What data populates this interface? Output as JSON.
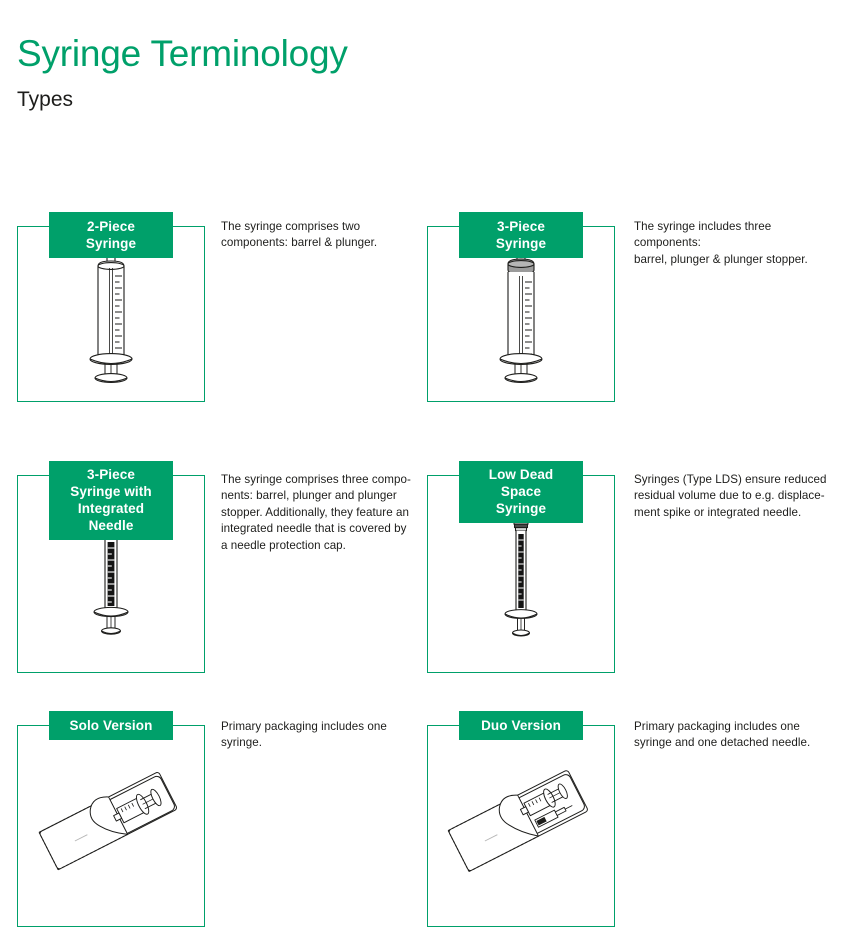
{
  "header": {
    "title": "Syringe Terminology",
    "subtitle": "Types",
    "title_color": "#00a06a",
    "text_color": "#1d1d1b"
  },
  "theme": {
    "accent": "#00a06a",
    "badge_text": "#ffffff",
    "card_border": "#00a06a",
    "background": "#ffffff",
    "ink": "#1d1d1b",
    "metal_gray": "#6e6e6e",
    "dark_fill": "#111111"
  },
  "cards": [
    {
      "id": "two-piece-syringe",
      "badge": "2-Piece Syringe",
      "badge_lines": 1,
      "description": "The syringe comprises two\ncomponents: barrel & plunger.",
      "illustration": "syringe-2-piece"
    },
    {
      "id": "three-piece-syringe",
      "badge": "3-Piece Syringe",
      "badge_lines": 1,
      "description": "The syringe includes three components:\nbarrel, plunger & plunger stopper.",
      "illustration": "syringe-3-piece"
    },
    {
      "id": "three-piece-syringe-integrated-needle",
      "badge": "3-Piece Syringe with\nIntegrated Needle",
      "badge_lines": 2,
      "description": "The syringe comprises three compo-\nnents: barrel, plunger and plunger\nstopper. Additionally, they feature an\nintegrated needle that is covered by\na needle protection cap.",
      "illustration": "syringe-integrated-needle"
    },
    {
      "id": "low-dead-space-syringe",
      "badge": "Low Dead Space\nSyringe",
      "badge_lines": 2,
      "description": "Syringes (Type LDS) ensure reduced\nresidual volume due to e.g. displace-\nment spike or integrated needle.",
      "illustration": "syringe-low-dead-space"
    },
    {
      "id": "solo-version",
      "badge": "Solo Version",
      "badge_lines": 1,
      "description": "Primary packaging includes one\nsyringe.",
      "illustration": "blister-pack-solo"
    },
    {
      "id": "duo-version",
      "badge": "Duo Version",
      "badge_lines": 1,
      "description": "Primary packaging includes one\nsyringe and one detached needle.",
      "illustration": "blister-pack-duo"
    }
  ]
}
